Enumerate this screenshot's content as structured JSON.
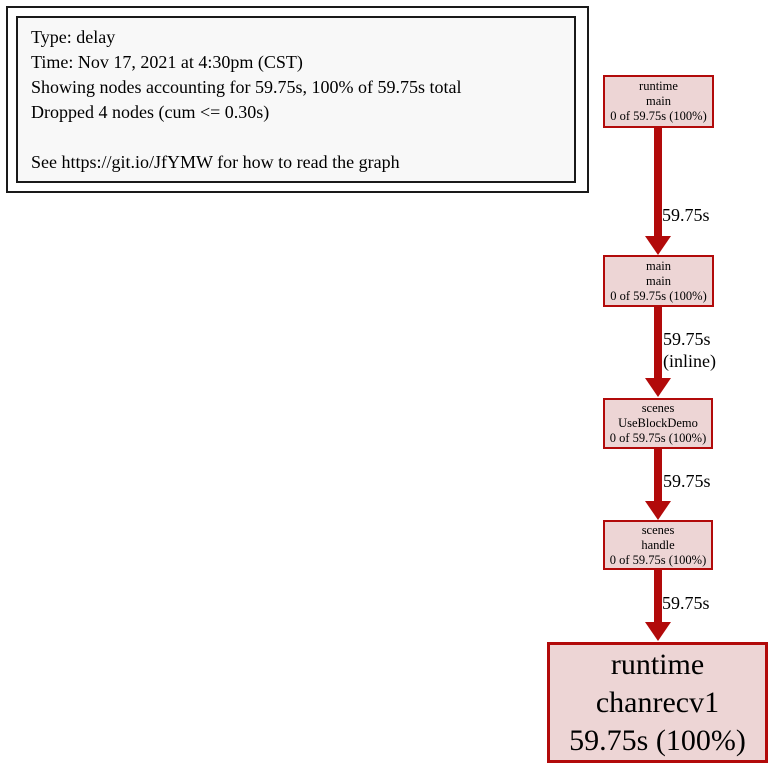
{
  "colors": {
    "edge": "#b20a0a",
    "node_border": "#b20a0a",
    "node_fill": "#edd5d5",
    "legend_fill": "#f8f8f8",
    "legend_border": "#1a1a1a"
  },
  "legend": {
    "lines": [
      "Type: delay",
      "Time: Nov 17, 2021 at 4:30pm (CST)",
      "Showing nodes accounting for 59.75s, 100% of 59.75s total",
      "Dropped 4 nodes (cum <= 0.30s)",
      "",
      "See https://git.io/JfYMW for how to read the graph"
    ]
  },
  "nodes": [
    {
      "id": "runtime-main",
      "lines": [
        "runtime",
        "main",
        "0 of 59.75s (100%)"
      ]
    },
    {
      "id": "main-main",
      "lines": [
        "main",
        "main",
        "0 of 59.75s (100%)"
      ]
    },
    {
      "id": "scenes-useblockdemo",
      "lines": [
        "scenes",
        "UseBlockDemo",
        "0 of 59.75s (100%)"
      ]
    },
    {
      "id": "scenes-handle",
      "lines": [
        "scenes",
        "handle",
        "0 of 59.75s (100%)"
      ]
    },
    {
      "id": "runtime-chanrecv1",
      "lines": [
        "runtime",
        "chanrecv1",
        "59.75s (100%)"
      ]
    }
  ],
  "edges": [
    {
      "from": "runtime-main",
      "to": "main-main",
      "lines": [
        "59.75s"
      ]
    },
    {
      "from": "main-main",
      "to": "scenes-useblockdemo",
      "lines": [
        "59.75s",
        "(inline)"
      ]
    },
    {
      "from": "scenes-useblockdemo",
      "to": "scenes-handle",
      "lines": [
        "59.75s"
      ]
    },
    {
      "from": "scenes-handle",
      "to": "runtime-chanrecv1",
      "lines": [
        "59.75s"
      ]
    }
  ]
}
